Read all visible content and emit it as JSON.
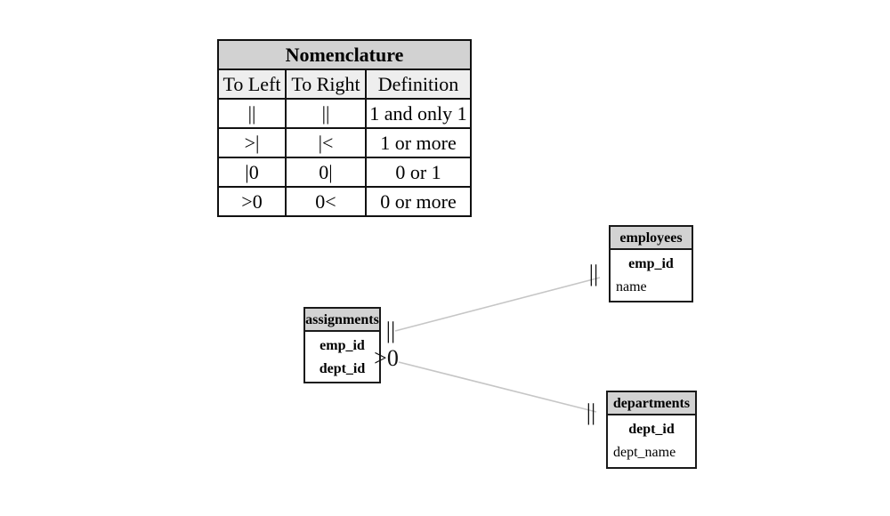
{
  "nomenclature": {
    "title": "Nomenclature",
    "columns": [
      "To Left",
      "To Right",
      "Definition"
    ],
    "rows": [
      {
        "to_left": "||",
        "to_right": "||",
        "definition": "1 and only 1"
      },
      {
        "to_left": ">|",
        "to_right": "|<",
        "definition": "1 or more"
      },
      {
        "to_left": "|0",
        "to_right": "0|",
        "definition": "0 or 1"
      },
      {
        "to_left": ">0",
        "to_right": "0<",
        "definition": "0 or more"
      }
    ]
  },
  "entities": [
    {
      "name": "employees",
      "attributes": [
        {
          "text": "emp_id",
          "key": true
        },
        {
          "text": "name",
          "key": false
        }
      ]
    },
    {
      "name": "assignments",
      "attributes": [
        {
          "text": "emp_id",
          "key": true
        },
        {
          "text": "dept_id",
          "key": true
        }
      ]
    },
    {
      "name": "departments",
      "attributes": [
        {
          "text": "dept_id",
          "key": true
        },
        {
          "text": "dept_name",
          "key": false
        }
      ]
    }
  ],
  "relationships": [
    {
      "from": "assignments",
      "to": "employees",
      "from_marker": "||",
      "to_marker": "||"
    },
    {
      "from": "assignments",
      "to": "departments",
      "from_marker": ">0",
      "to_marker": "||"
    }
  ],
  "colors": {
    "header_fill": "#d2d2d2",
    "subheader_fill": "#eeeeee",
    "border": "#1a1a1a",
    "relationship_line": "#c6c6c6",
    "background": "#ffffff"
  }
}
